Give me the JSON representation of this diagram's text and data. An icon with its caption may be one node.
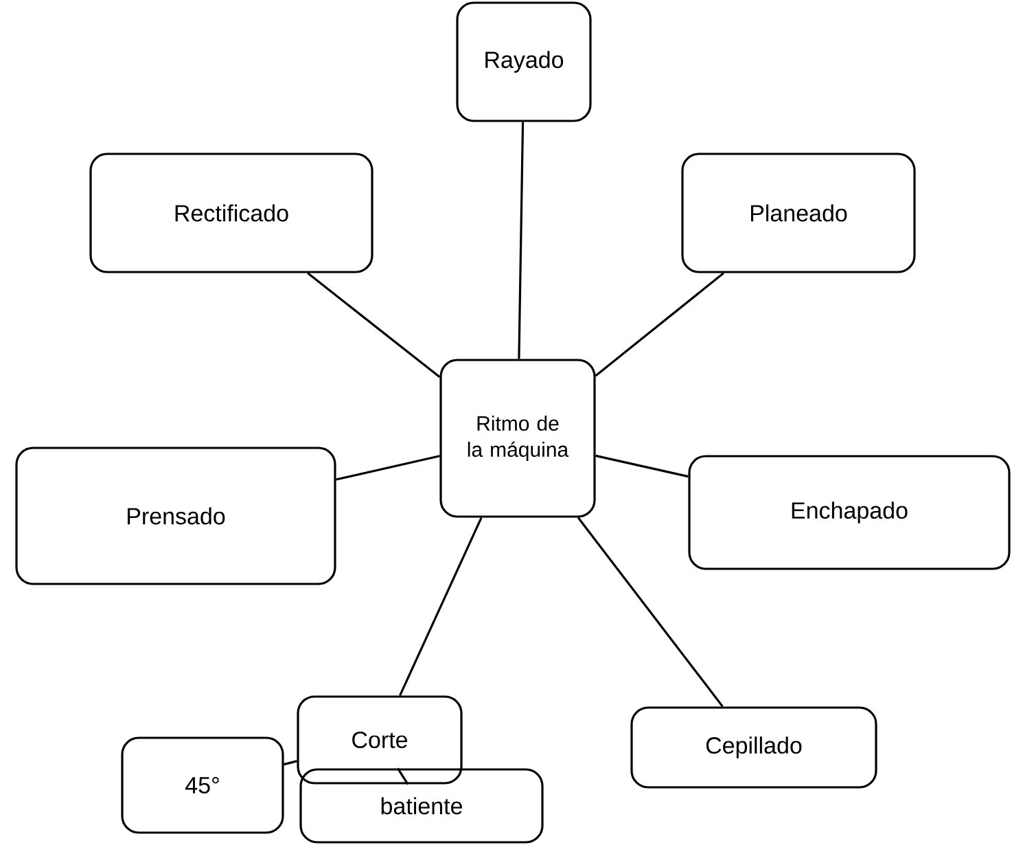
{
  "diagram": {
    "nodes": [
      {
        "text": [
          "Rayado"
        ]
      },
      {
        "text": [
          "Rectificado"
        ]
      },
      {
        "text": [
          "Planeado"
        ]
      },
      {
        "text": [
          "Ritmo de la máquina"
        ]
      },
      {
        "text": [
          "Prensado"
        ]
      },
      {
        "text": [
          "Enchapado"
        ]
      },
      {
        "text": [
          "Corte"
        ]
      },
      {
        "text": [
          "Cepillado"
        ]
      },
      {
        "text": [
          "45°"
        ]
      },
      {
        "text": [
          "batiente"
        ]
      }
    ],
    "edges": [
      {
        "from": 3,
        "to": 0,
        "arrow": "none"
      },
      {
        "from": 3,
        "to": 1,
        "arrow": "none"
      },
      {
        "from": 3,
        "to": 2,
        "arrow": "none"
      },
      {
        "from": 3,
        "to": 4,
        "arrow": "none"
      },
      {
        "from": 3,
        "to": 5,
        "arrow": "none"
      },
      {
        "from": 3,
        "to": 6,
        "arrow": "none"
      },
      {
        "from": 3,
        "to": 7,
        "arrow": "none"
      },
      {
        "from": 6,
        "to": 8,
        "arrow": "none"
      },
      {
        "from": 6,
        "to": 9,
        "arrow": "none"
      }
    ]
  }
}
